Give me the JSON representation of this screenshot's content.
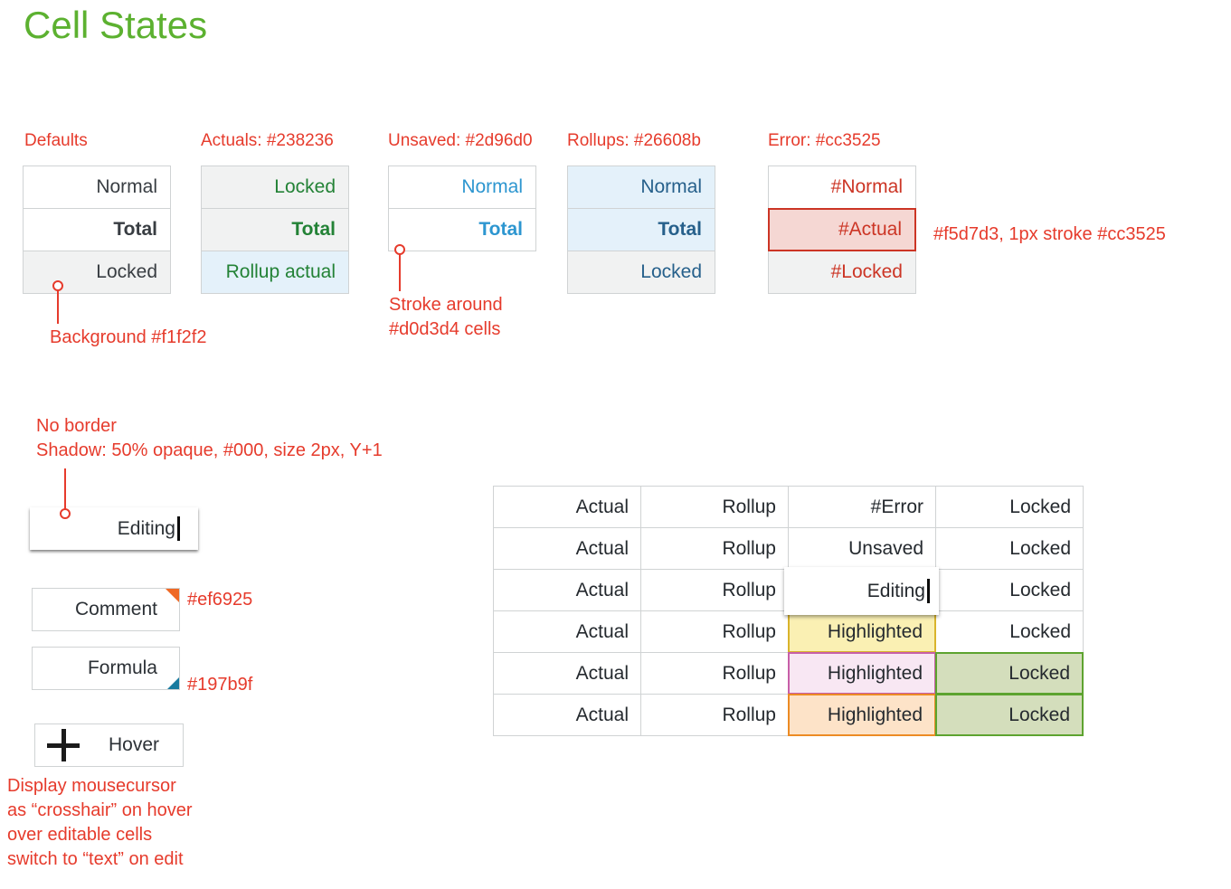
{
  "title": "Cell States",
  "colors": {
    "title_green": "#5cb130",
    "annotation_red": "#e63b2c",
    "default_bg": "#f1f2f2",
    "cell_stroke": "#d0d3d4",
    "actuals_green": "#238236",
    "unsaved_blue": "#2d96d0",
    "rollups_navy": "#26608b",
    "error_red": "#cc3525",
    "error_bg": "#f5d7d3",
    "comment_orange": "#ef6925",
    "formula_teal": "#197b9f",
    "highlight_yellow_bg": "#faf0b3",
    "highlight_pink_bg": "#f8e7f3",
    "highlight_orange_bg": "#fde3c8",
    "locked_green_bg": "#d4debc"
  },
  "groups": [
    {
      "label": "Defaults",
      "cells": [
        "Normal",
        "Total",
        "Locked"
      ]
    },
    {
      "label": "Actuals: #238236",
      "cells": [
        "Locked",
        "Total",
        "Rollup actual"
      ]
    },
    {
      "label": "Unsaved: #2d96d0",
      "cells": [
        "Normal",
        "Total"
      ]
    },
    {
      "label": "Rollups: #26608b",
      "cells": [
        "Normal",
        "Total",
        "Locked"
      ]
    },
    {
      "label": "Error: #cc3525",
      "cells": [
        "#Normal",
        "#Actual",
        "#Locked"
      ]
    }
  ],
  "callouts": {
    "background_note": "Background #f1f2f2",
    "stroke_note_line1": "Stroke around",
    "stroke_note_line2": "#d0d3d4 cells",
    "error_note": "#f5d7d3, 1px stroke #cc3525",
    "shadow_note_line1": "No border",
    "shadow_note_line2": "Shadow: 50% opaque, #000, size 2px, Y+1",
    "comment_color": "#ef6925",
    "formula_color": "#197b9f",
    "cursor_note_line1": "Display mousecursor",
    "cursor_note_line2": "as “crosshair” on hover",
    "cursor_note_line3": "over editable cells",
    "cursor_note_line4": "switch to “text” on edit"
  },
  "samples": {
    "editing": "Editing",
    "comment": "Comment",
    "formula": "Formula",
    "hover": "Hover"
  },
  "matrix": {
    "rows": [
      [
        "Actual",
        "Rollup",
        "#Error",
        "Locked"
      ],
      [
        "Actual",
        "Rollup",
        "Unsaved",
        "Locked"
      ],
      [
        "Actual",
        "Rollup",
        "Editing",
        "Locked"
      ],
      [
        "Actual",
        "Rollup",
        "Highlighted",
        "Locked"
      ],
      [
        "Actual",
        "Rollup",
        "Highlighted",
        "Locked"
      ],
      [
        "Actual",
        "Rollup",
        "Highlighted",
        "Locked"
      ]
    ]
  }
}
